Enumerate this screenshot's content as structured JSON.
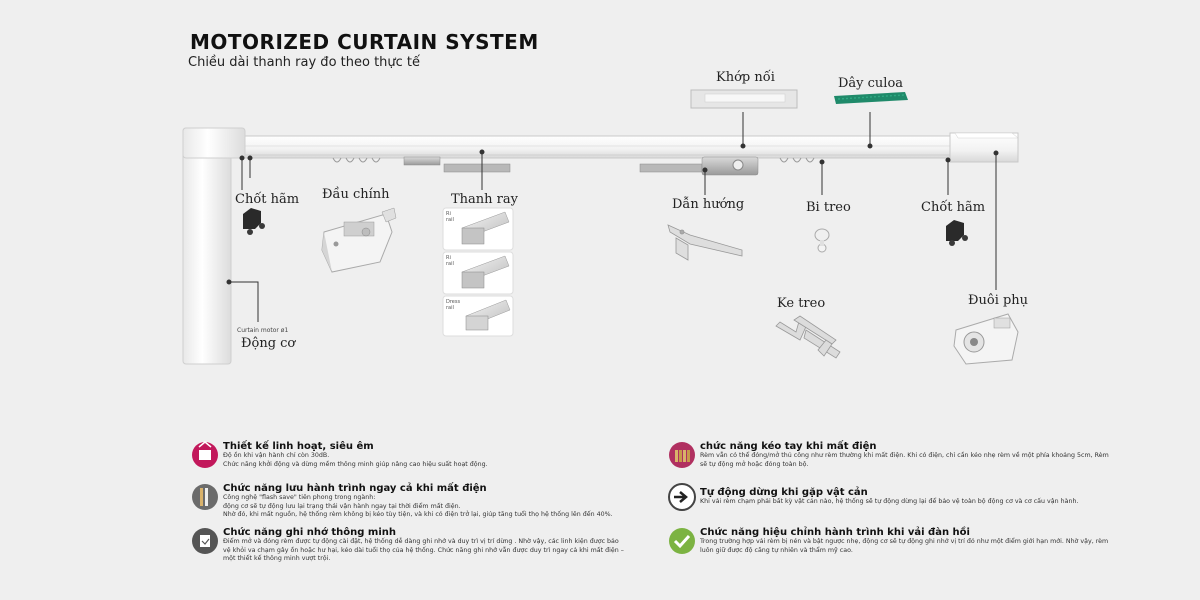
{
  "header": {
    "title": "MOTORIZED CURTAIN SYSTEM",
    "subtitle": "Chiều dài thanh ray đo theo thực tế"
  },
  "labels": {
    "khop_noi": "Khớp nối",
    "day_culoa": "Dây culoa",
    "chot_ham_left": "Chốt hãm",
    "dau_chinh": "Đầu chính",
    "thanh_ray": "Thanh ray",
    "dan_huong": "Dẫn hướng",
    "bi_treo": "Bi treo",
    "chot_ham_right": "Chốt hãm",
    "ke_treo": "Ke treo",
    "duoi_phu": "Đuôi phụ",
    "curtain_motor": "Curtain motor  ø1",
    "dong_co": "Động cơ"
  },
  "rail_types": [
    "Ri rail",
    "Ri rail",
    "Dress rail"
  ],
  "features_left": [
    {
      "title": "Thiết kế linh hoạt, siêu êm",
      "lines": [
        "Độ ồn khi vận hành chỉ còn 30dB.",
        "Chức năng khởi động và dừng mềm thông minh giúp nâng cao hiệu suất hoạt động."
      ],
      "icon_color": "#c2185b"
    },
    {
      "title": "Chức năng lưu hành trình ngay cả khi mất điện",
      "lines": [
        "Công nghệ \"flash save\" tiên phong trong ngành:",
        "động cơ sẽ tự động lưu lại trạng thái vận hành ngay tại thời điểm mất điện.",
        "Nhờ đó, khi mất nguồn, hệ thống rèm không bị kéo tùy tiện, và khi có điện trở lại, giúp tăng tuổi thọ hệ thống lên đến 40%."
      ],
      "icon_color": "#6b6b6b"
    },
    {
      "title": "Chức năng ghi nhớ thông minh",
      "lines": [
        "Điểm mở và đóng rèm được tự động cài đặt, hệ thống dễ dàng ghi nhớ và duy trì vị trí dừng . Nhờ vậy, các linh kiện được bảo vệ khỏi va chạm gây ồn hoặc hư hại, kéo dài tuổi thọ của hệ thống. Chức năng ghi nhớ vẫn được duy trì ngay cả khi mất điện – một thiết kế thông minh vượt trội."
      ],
      "icon_color": "#555555"
    }
  ],
  "features_right": [
    {
      "title": "chức năng kéo tay khi mất điện",
      "lines": [
        "Rèm vẫn có thể đóng/mở thủ công như rèm thường khi mất điện. Khi có điện, chỉ cần kéo nhẹ rèm về một phía khoảng 5cm, Rèm sẽ tự động mở hoặc đóng toàn bộ."
      ],
      "icon_color": "#b03060"
    },
    {
      "title": "Tự động dừng khi gặp vật cản",
      "lines": [
        "Khi vải rèm chạm phải bất kỳ vật cản nào, hệ thống sẽ tự động dừng lại để bảo vệ toàn bộ động cơ và cơ cấu vận hành."
      ],
      "icon_color": "#444444"
    },
    {
      "title": "Chức năng hiệu chỉnh hành trình khi vải đàn hồi",
      "lines": [
        "Trong trường hợp vải rèm bị nén và bật ngược nhẹ, động cơ sẽ tự động ghi nhớ vị trí đó như một điểm giới hạn mới. Nhờ vậy, rèm luôn giữ được độ căng tự nhiên và thẩm mỹ cao."
      ],
      "icon_color": "#7cb342"
    }
  ],
  "colors": {
    "belt": "#1f8a6a",
    "rail": "#fdfdfd",
    "accent_red": "#c2185b",
    "accent_green": "#7cb342"
  }
}
